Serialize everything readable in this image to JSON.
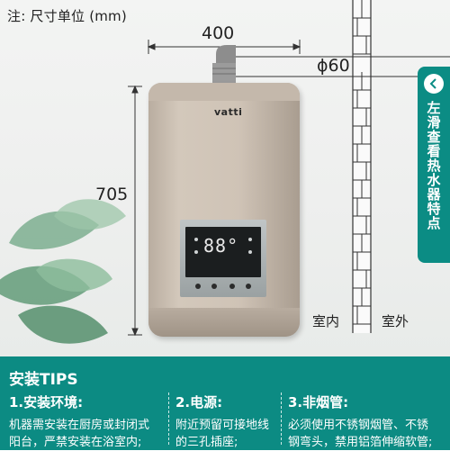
{
  "unit_note": "注: 尺寸单位 (mm)",
  "dimensions": {
    "width": "400",
    "height": "705",
    "pipe": "ϕ60"
  },
  "rooms": {
    "indoor": "室内",
    "outdoor": "室外"
  },
  "side_hint": "左滑查看热水器特点",
  "heater": {
    "brand": "vatti",
    "display_temp": "88°"
  },
  "tips": {
    "title": "安装TIPS",
    "items": [
      {
        "heading": "1.安装环境:",
        "lines": [
          "机器需安装在厨房或封闭式",
          "阳台，严禁安装在浴室内;"
        ]
      },
      {
        "heading": "2.电源:",
        "lines": [
          "附近预留可接地线",
          "的三孔插座;"
        ]
      },
      {
        "heading": "3.非烟管:",
        "lines": [
          "必须使用不锈钢烟管、不锈",
          "钢弯头，禁用铝箔伸缩软管;"
        ]
      }
    ]
  }
}
